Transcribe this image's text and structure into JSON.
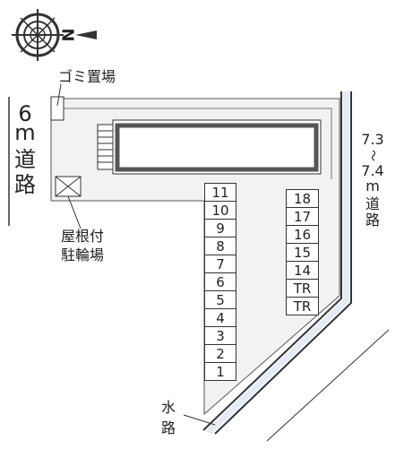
{
  "labels": {
    "garbage": "ゴミ置場",
    "road_left_width": "6",
    "road_left_unit": "m",
    "road_left_name_1": "道",
    "road_left_name_2": "路",
    "road_right_width_1": "7.3",
    "road_right_tilde": "〜",
    "road_right_width_2": "7.4",
    "road_right_unit": "m",
    "road_right_name_1": "道",
    "road_right_name_2": "路",
    "bike_line_1": "屋根付",
    "bike_line_2": "駐輪場",
    "waterway_1": "水",
    "waterway_2": "路"
  },
  "compass": {
    "north_letter": "N"
  },
  "parking": {
    "left_column": [
      "11",
      "10",
      "9",
      "8",
      "7",
      "6",
      "5",
      "4",
      "3",
      "2",
      "1"
    ],
    "right_column": [
      "18",
      "17",
      "16",
      "15",
      "14",
      "TR",
      "TR"
    ]
  },
  "colors": {
    "lot": "#f2f2f2",
    "line": "#333333",
    "building_frame": "#555555",
    "waterway": "#333333"
  }
}
